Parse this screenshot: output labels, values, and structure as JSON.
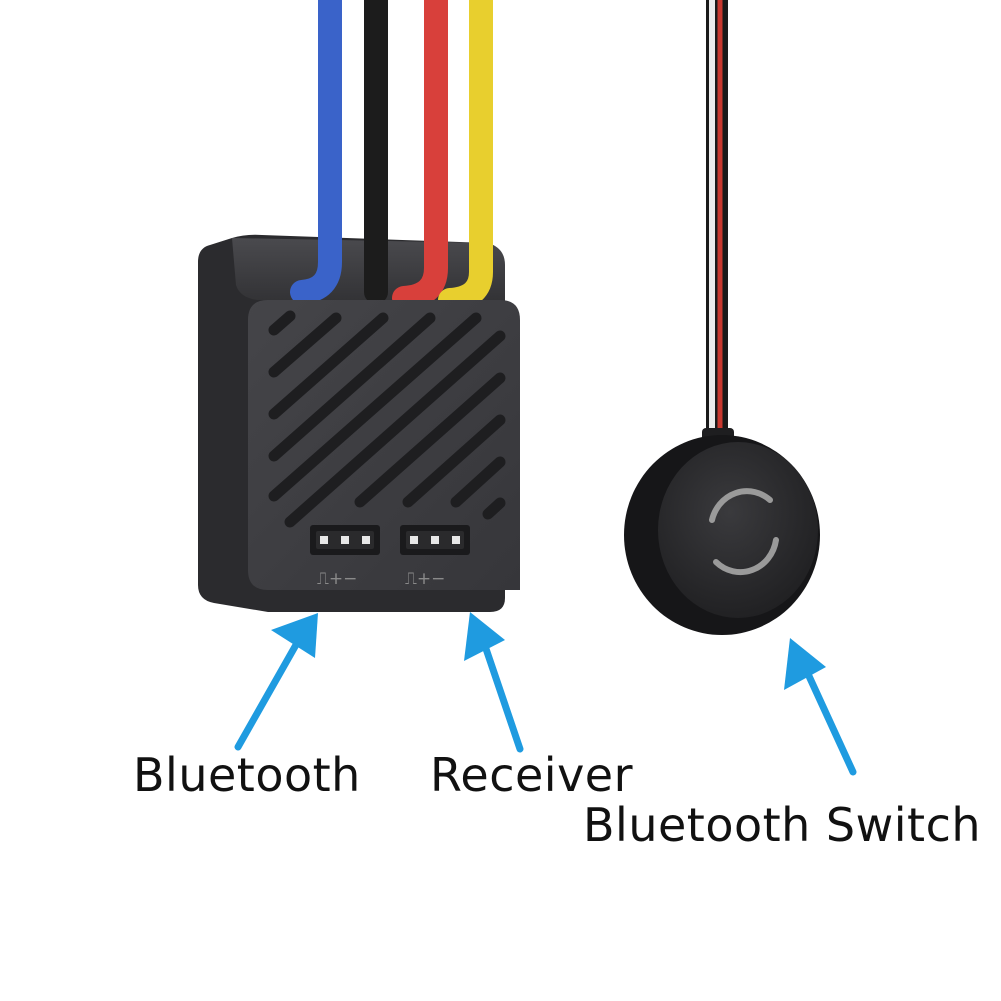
{
  "labels": {
    "bluetooth": "Bluetooth",
    "receiver": "Receiver",
    "bluetooth_switch": "Bluetooth Switch"
  },
  "port_markings": {
    "left": "⎍+−",
    "right": "⎍+−"
  },
  "colors": {
    "arrow": "#1f9be0",
    "esc_body": "#3b3b3e",
    "wire_blue": "#3a63c9",
    "wire_black": "#1c1c1c",
    "wire_red": "#d8403b",
    "wire_yellow": "#e8cf2e",
    "switch_ring": "#9a9a9a"
  },
  "icons": [
    "arrow-up-left-icon",
    "arrow-up-right-icon",
    "power-ring-icon"
  ]
}
